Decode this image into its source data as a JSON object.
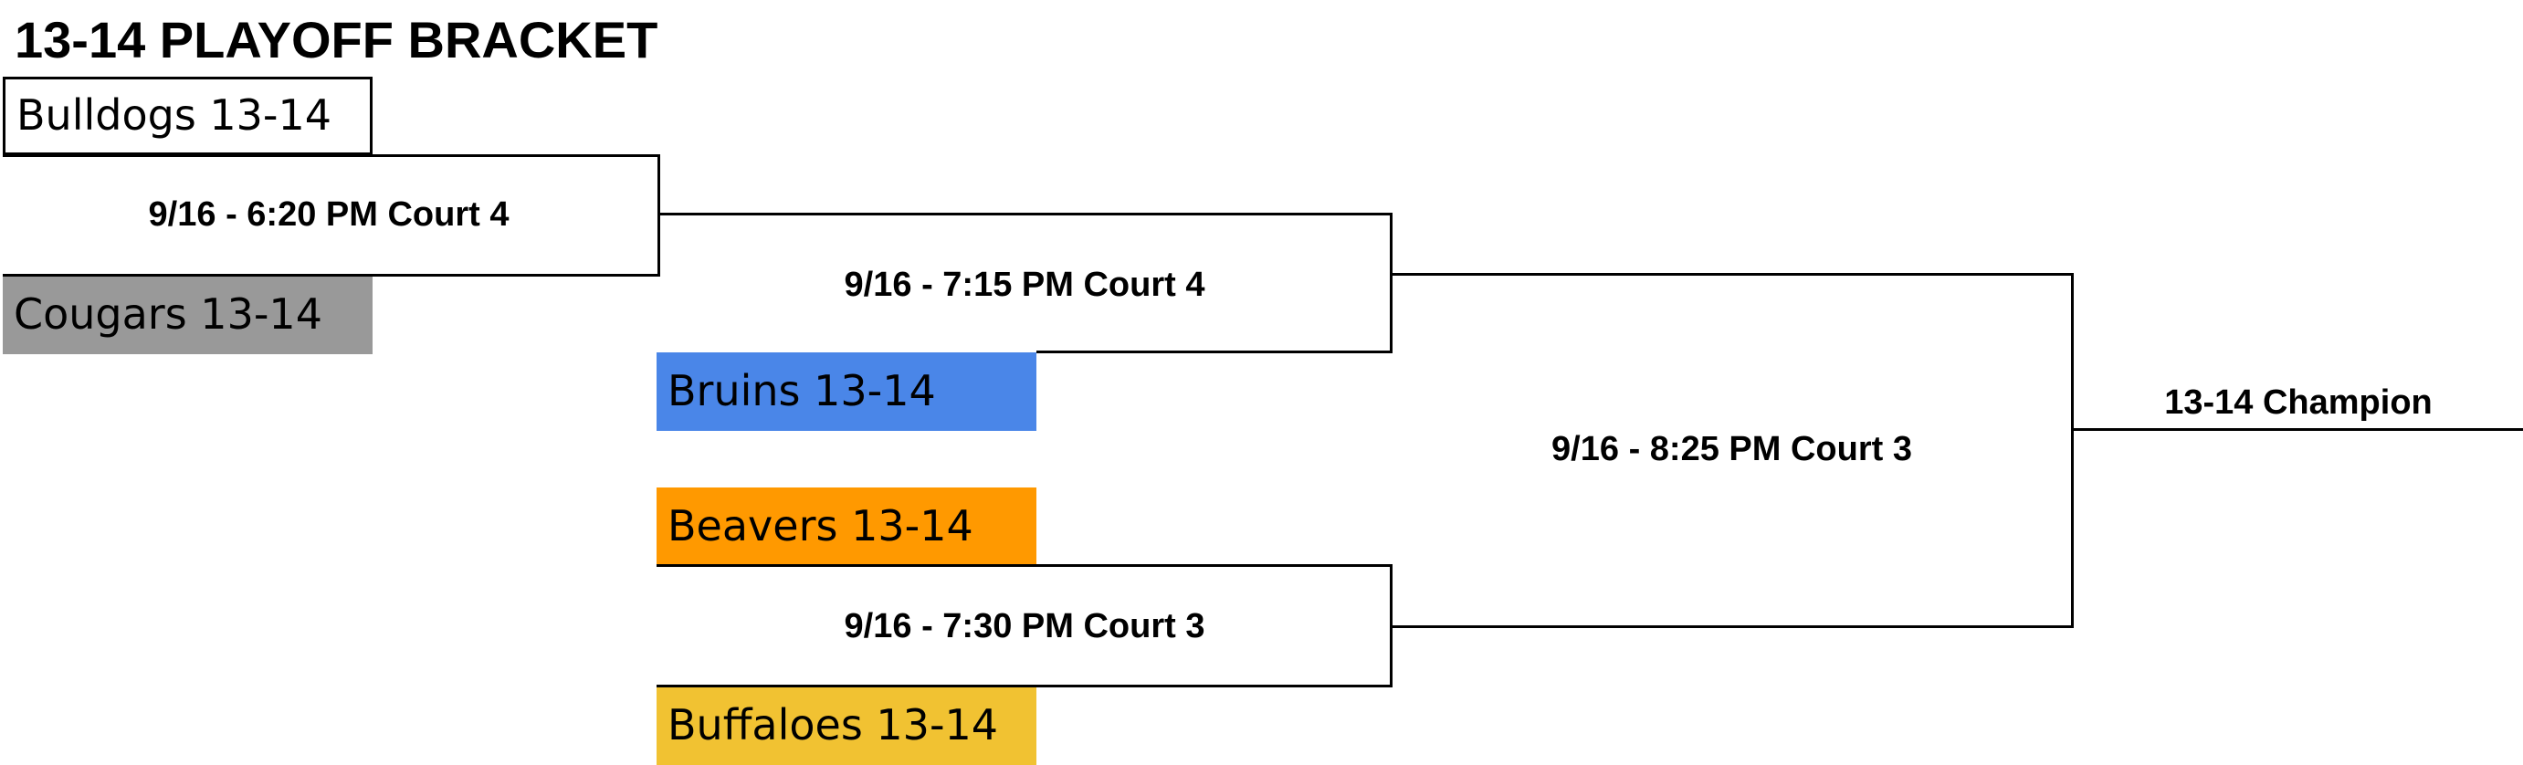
{
  "title": "13-14 PLAYOFF BRACKET",
  "teams": {
    "bulldogs": {
      "name": "Bulldogs 13-14",
      "color": "#ffffff"
    },
    "cougars": {
      "name": "Cougars 13-14",
      "color": "#999999"
    },
    "bruins": {
      "name": "Bruins 13-14",
      "color": "#4a86e8"
    },
    "beavers": {
      "name": "Beavers 13-14",
      "color": "#ff9900"
    },
    "buffaloes": {
      "name": "Buffaloes 13-14",
      "color": "#f1c232"
    }
  },
  "games": {
    "game1": "9/16 - 6:20 PM Court 4",
    "game2": "9/16 - 7:15 PM Court 4",
    "game3": "9/16 - 7:30 PM Court 3",
    "final": "9/16 - 8:25 PM Court 3"
  },
  "champion_label": "13-14 Champion"
}
